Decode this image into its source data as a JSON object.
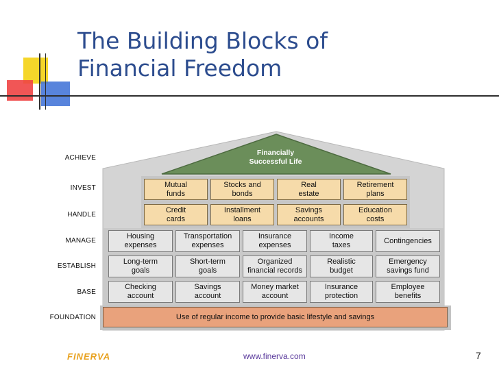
{
  "slide": {
    "title_line1": "The Building Blocks of",
    "title_line2": "Financial Freedom",
    "footer_logo": "FINERVA",
    "footer_url": "www.finerva.com",
    "page_number": "7"
  },
  "levels": [
    "ACHIEVE",
    "INVEST",
    "HANDLE",
    "MANAGE",
    "ESTABLISH",
    "BASE",
    "FOUNDATION"
  ],
  "roof": {
    "line1": "Financially",
    "line2": "Successful Life"
  },
  "invest": [
    [
      "Mutual",
      "funds"
    ],
    [
      "Stocks and",
      "bonds"
    ],
    [
      "Real",
      "estate"
    ],
    [
      "Retirement",
      "plans"
    ]
  ],
  "handle": [
    [
      "Credit",
      "cards"
    ],
    [
      "Installment",
      "loans"
    ],
    [
      "Savings",
      "accounts"
    ],
    [
      "Education",
      "costs"
    ]
  ],
  "manage": [
    [
      "Housing",
      "expenses"
    ],
    [
      "Transportation",
      "expenses"
    ],
    [
      "Insurance",
      "expenses"
    ],
    [
      "Income",
      "taxes"
    ],
    [
      "Contingencies",
      ""
    ]
  ],
  "establish": [
    [
      "Long-term",
      "goals"
    ],
    [
      "Short-term",
      "goals"
    ],
    [
      "Organized",
      "financial records"
    ],
    [
      "Realistic",
      "budget"
    ],
    [
      "Emergency",
      "savings fund"
    ]
  ],
  "base": [
    [
      "Checking",
      "account"
    ],
    [
      "Savings",
      "account"
    ],
    [
      "Money market",
      "account"
    ],
    [
      "Insurance",
      "protection"
    ],
    [
      "Employee",
      "benefits"
    ]
  ],
  "foundation": "Use of regular income to provide basic lifestyle and savings",
  "colors": {
    "title": "#2c4c8e",
    "roof": "#6b8e5a",
    "upper_blocks": "#f6dbaa",
    "lower_blocks": "#e6e6e6",
    "foundation": "#e9a27c",
    "house": "#d4d4d4"
  }
}
